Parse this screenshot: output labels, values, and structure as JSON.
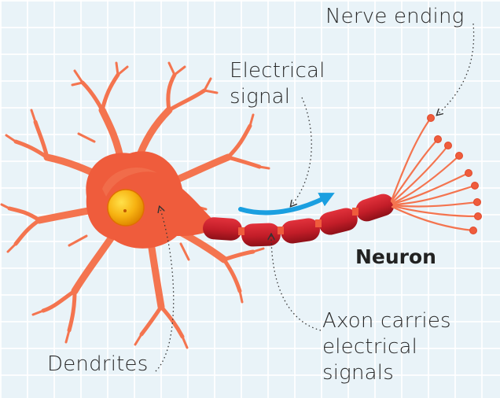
{
  "labels": {
    "nerve_ending": "Nerve ending",
    "electrical_signal": [
      "Electrical",
      "signal"
    ],
    "axon": [
      "Axon carries",
      "electrical",
      "signals"
    ],
    "dendrites": "Dendrites"
  },
  "title": "Neuron",
  "colors": {
    "background": "#e9f3f8",
    "cell_body": "#ef5c3c",
    "dendrites": "#f4744f",
    "nucleus": "#f7b312",
    "axon_myelin": "#c8202a",
    "signal_arrow": "#1a9fe0",
    "leader_lines": "#333333"
  }
}
